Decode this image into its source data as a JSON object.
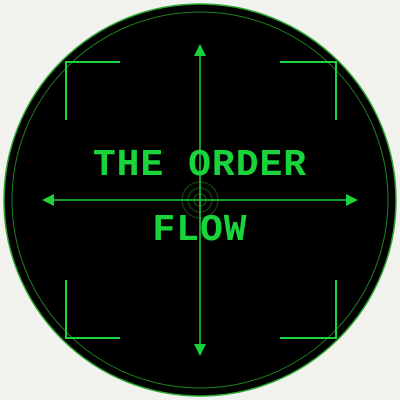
{
  "logo": {
    "title_line_1": "THE ORDER",
    "title_line_2": "FLOW",
    "style": "crosshair / radar scope emblem",
    "icons": [
      "crosshair-icon",
      "arrow-up-icon",
      "arrow-down-icon",
      "arrow-left-icon",
      "arrow-right-icon",
      "corner-bracket-icon"
    ]
  },
  "colors": {
    "background": "#f2f2ee",
    "disc": "#000000",
    "accent_green": "#19d43a",
    "ring_green": "#2aa82e"
  }
}
